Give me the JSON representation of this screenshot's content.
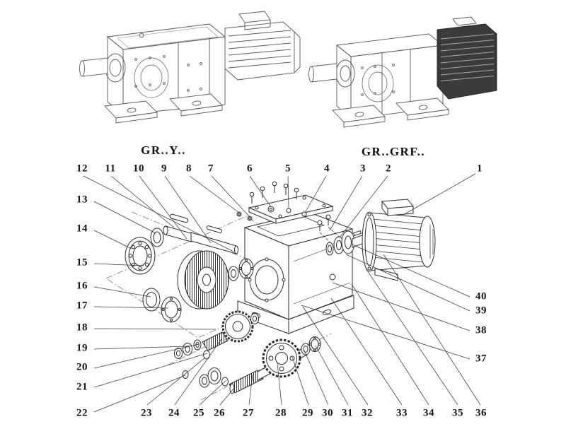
{
  "colors": {
    "ink": "#2d2d2d",
    "leader": "#3a3a3a",
    "dark_block": "#3b3b3b"
  },
  "diagram": {
    "variant_labels": {
      "left": "GR..Y..",
      "right": "GR..GRF.."
    },
    "callouts": {
      "top": [
        "12",
        "11",
        "10",
        "9",
        "8",
        "7",
        "6",
        "5",
        "4",
        "3",
        "2",
        "1"
      ],
      "left": [
        "13",
        "14",
        "15",
        "16",
        "17",
        "18",
        "19",
        "20",
        "21",
        "22"
      ],
      "bottom": [
        "23",
        "24",
        "25",
        "26",
        "27",
        "28",
        "29",
        "30",
        "31",
        "32",
        "33",
        "34",
        "35",
        "36"
      ],
      "right": [
        "40",
        "39",
        "38",
        "37"
      ]
    }
  }
}
